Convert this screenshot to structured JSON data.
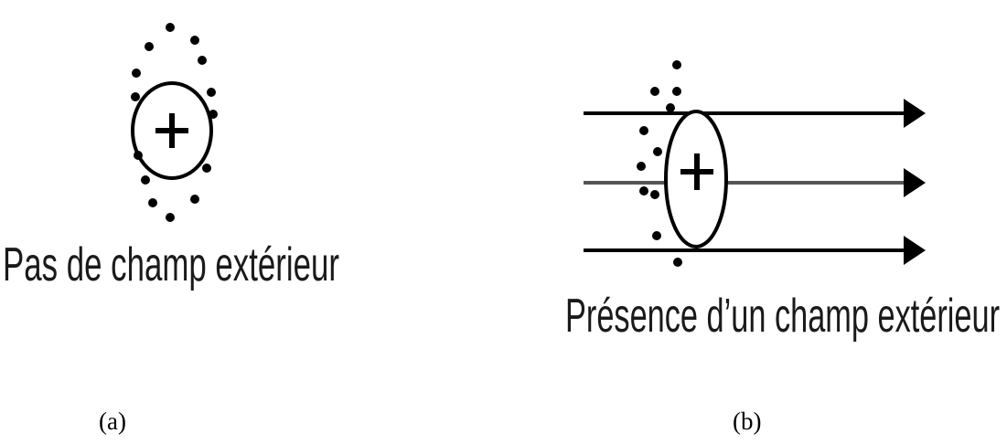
{
  "panel_a": {
    "caption": "Pas de champ extérieur",
    "label": "(a)"
  },
  "panel_b": {
    "caption": "Présence d’un champ extérieur",
    "label": "(b)"
  }
}
